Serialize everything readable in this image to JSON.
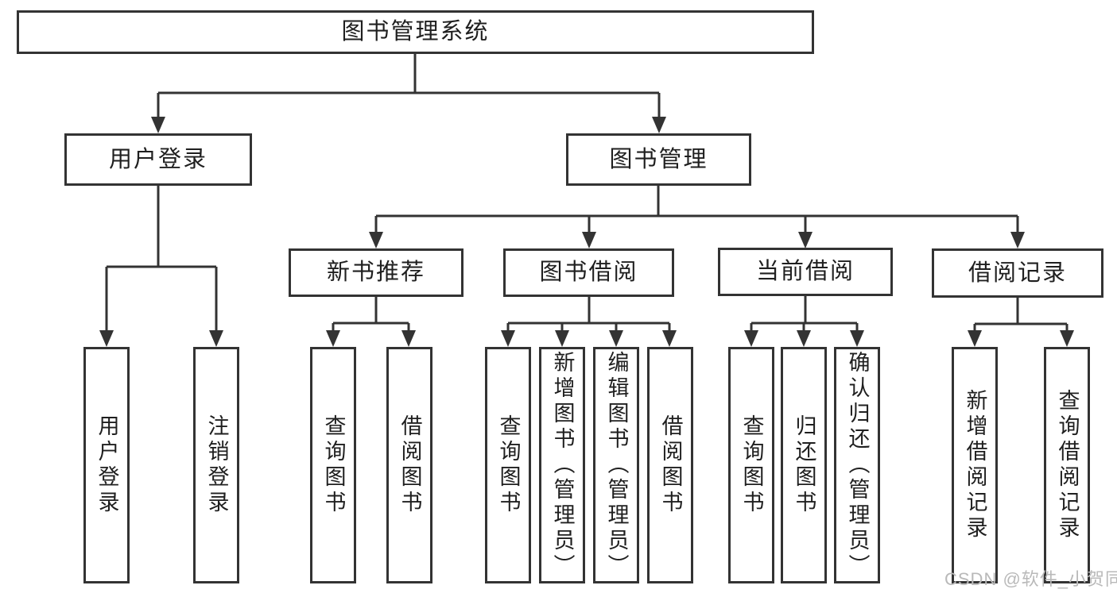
{
  "tree": {
    "root": {
      "label": "图书管理系统",
      "children": [
        {
          "label": "用户登录",
          "children": [
            {
              "label": "用户登录"
            },
            {
              "label": "注销登录"
            }
          ]
        },
        {
          "label": "图书管理",
          "children": [
            {
              "label": "新书推荐",
              "children": [
                {
                  "label": "查询图书"
                },
                {
                  "label": "借阅图书"
                }
              ]
            },
            {
              "label": "图书借阅",
              "children": [
                {
                  "label": "查询图书"
                },
                {
                  "label": "新增图书（管理员）"
                },
                {
                  "label": "编辑图书（管理员）"
                },
                {
                  "label": "借阅图书"
                }
              ]
            },
            {
              "label": "当前借阅",
              "children": [
                {
                  "label": "查询图书"
                },
                {
                  "label": "归还图书"
                },
                {
                  "label": "确认归还（管理员）"
                }
              ]
            },
            {
              "label": "借阅记录",
              "children": [
                {
                  "label": "新增借阅记录"
                },
                {
                  "label": "查询借阅记录"
                }
              ]
            }
          ]
        }
      ]
    }
  },
  "watermark": {
    "text": "CSDN @软件_小贺同学"
  },
  "colors": {
    "line": "#333333",
    "node_border": "#333333",
    "text": "#1f1f1f",
    "background": "#ffffff",
    "watermark": "#b9b9b9"
  }
}
